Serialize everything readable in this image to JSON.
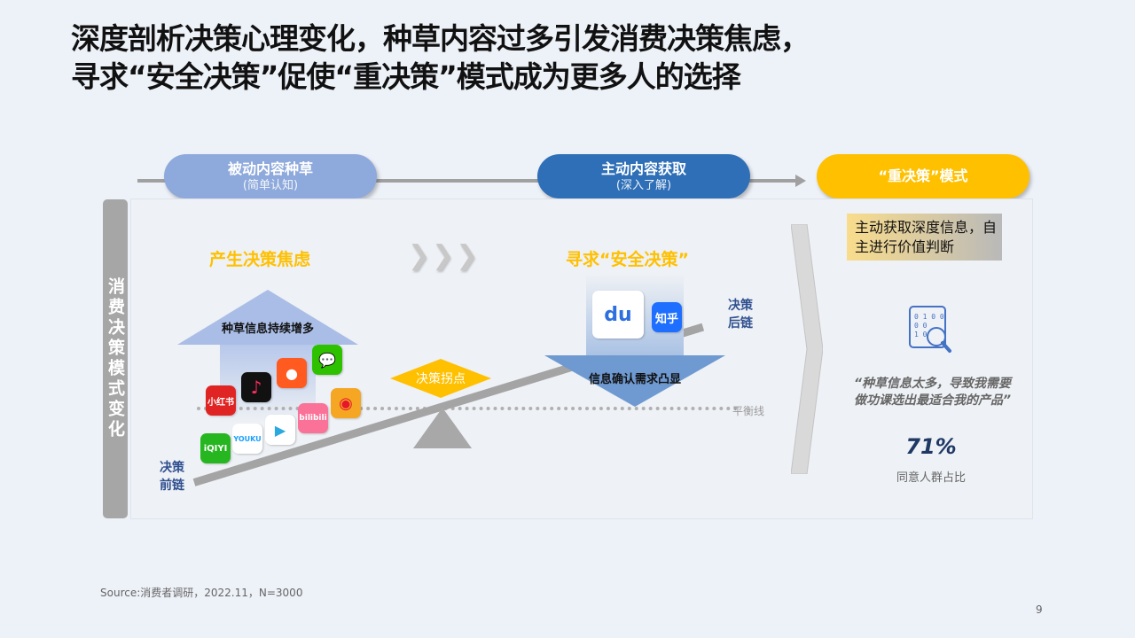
{
  "title": {
    "line1": "深度剖析决策心理变化，种草内容过多引发消费决策焦虑，",
    "line2": "寻求“安全决策”促使“重决策”模式成为更多人的选择"
  },
  "timeline": {
    "stages": [
      {
        "label": "被动内容种草",
        "sub": "(简单认知)",
        "color": "#8ea9db"
      },
      {
        "label": "主动内容获取",
        "sub": "(深入了解)",
        "color": "#2e6fb7"
      },
      {
        "label": "“重决策”模式",
        "sub": "",
        "color": "#ffc000"
      }
    ]
  },
  "sidebar": {
    "label": "消费决策模式变化"
  },
  "left_section": {
    "heading": "产生决策焦虑",
    "arrow_label": "种草信息持续增多",
    "apps": [
      "小红书",
      "抖音",
      "快手",
      "微信",
      "微博",
      "哔哩哔哩",
      "腾讯视频",
      "优酷",
      "爱奇艺"
    ],
    "chain_label_line1": "决策",
    "chain_label_line2": "前链"
  },
  "middle_section": {
    "chevrons": "❯❯❯",
    "heading": "寻求“安全决策”",
    "arrow_label": "信息确认需求凸显",
    "apps": [
      "百度",
      "知乎"
    ],
    "pivot_label": "决策拐点",
    "balance_label": "平衡线",
    "chain_label_line1": "决策",
    "chain_label_line2": "后链"
  },
  "right_section": {
    "note": "主动获取深度信息，自主进行价值判断",
    "quote": "“种草信息太多，导致我需要做功课选出最适合我的产品”",
    "percent": "71%",
    "percent_label": "同意人群占比",
    "icon": "data-search-icon"
  },
  "footer": {
    "source": "Source:消费者调研，2022.11，N=3000",
    "page": "9"
  },
  "colors": {
    "accent_yellow": "#ffc000",
    "light_blue": "#8ea9db",
    "dark_blue": "#2e6fb7",
    "navy": "#1f3864"
  }
}
